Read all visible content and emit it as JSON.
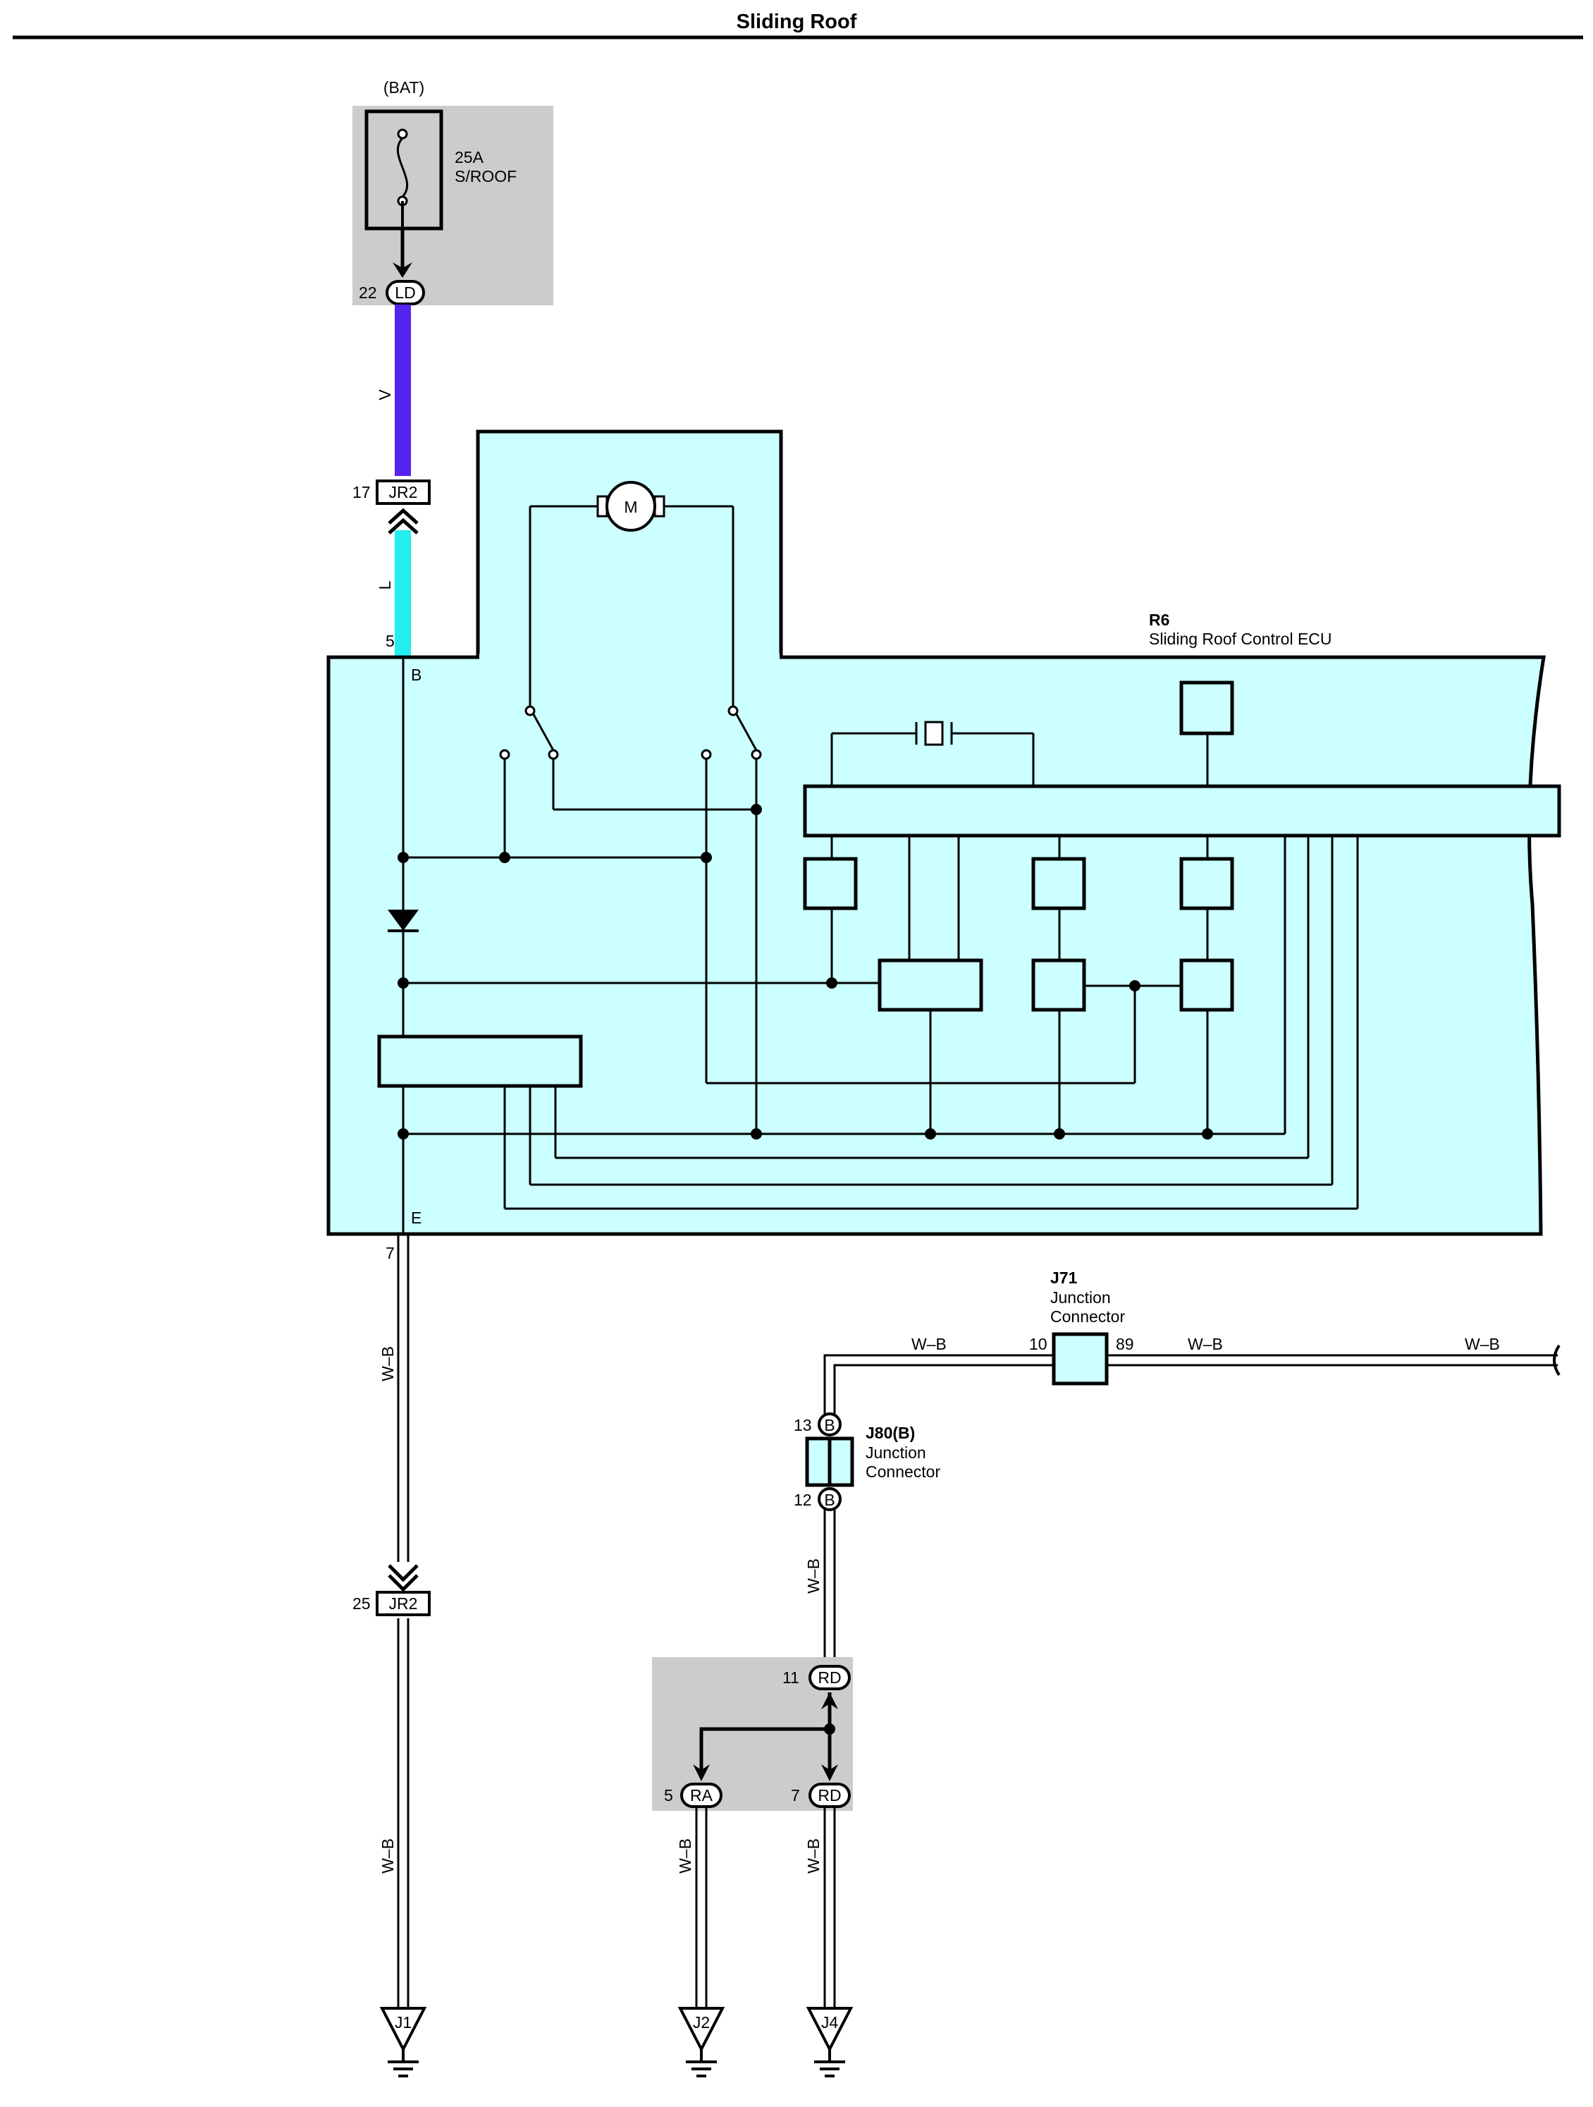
{
  "page": {
    "title": "Sliding Roof"
  },
  "fuse": {
    "source": "(BAT)",
    "rating": "25A",
    "name": "S/ROOF",
    "out_pin": "22",
    "out_conn": "LD"
  },
  "wires": {
    "violet": "V",
    "lightblue": "L",
    "wb": "W–B"
  },
  "jr2_top": {
    "pin": "17",
    "code": "JR2"
  },
  "jr2_bottom": {
    "pin": "25",
    "code": "JR2"
  },
  "ecu": {
    "code": "R6",
    "name": "Sliding Roof Control ECU",
    "pin_b_num": "5",
    "pin_b": "B",
    "pin_e_num": "7",
    "pin_e": "E",
    "motor": "M"
  },
  "j71": {
    "code": "J71",
    "line1": "Junction",
    "line2": "Connector",
    "pin_left": "10",
    "pin_right": "89"
  },
  "j80": {
    "code": "J80(B)",
    "line1": "Junction",
    "line2": "Connector",
    "pin_top": "13",
    "pin_bottom": "12",
    "conn": "B"
  },
  "rd_box": {
    "pin_rd_top": "11",
    "pin_ra": "5",
    "pin_rd_bottom": "7",
    "rd": "RD",
    "ra": "RA"
  },
  "grounds": [
    "J1",
    "J2",
    "J4"
  ]
}
